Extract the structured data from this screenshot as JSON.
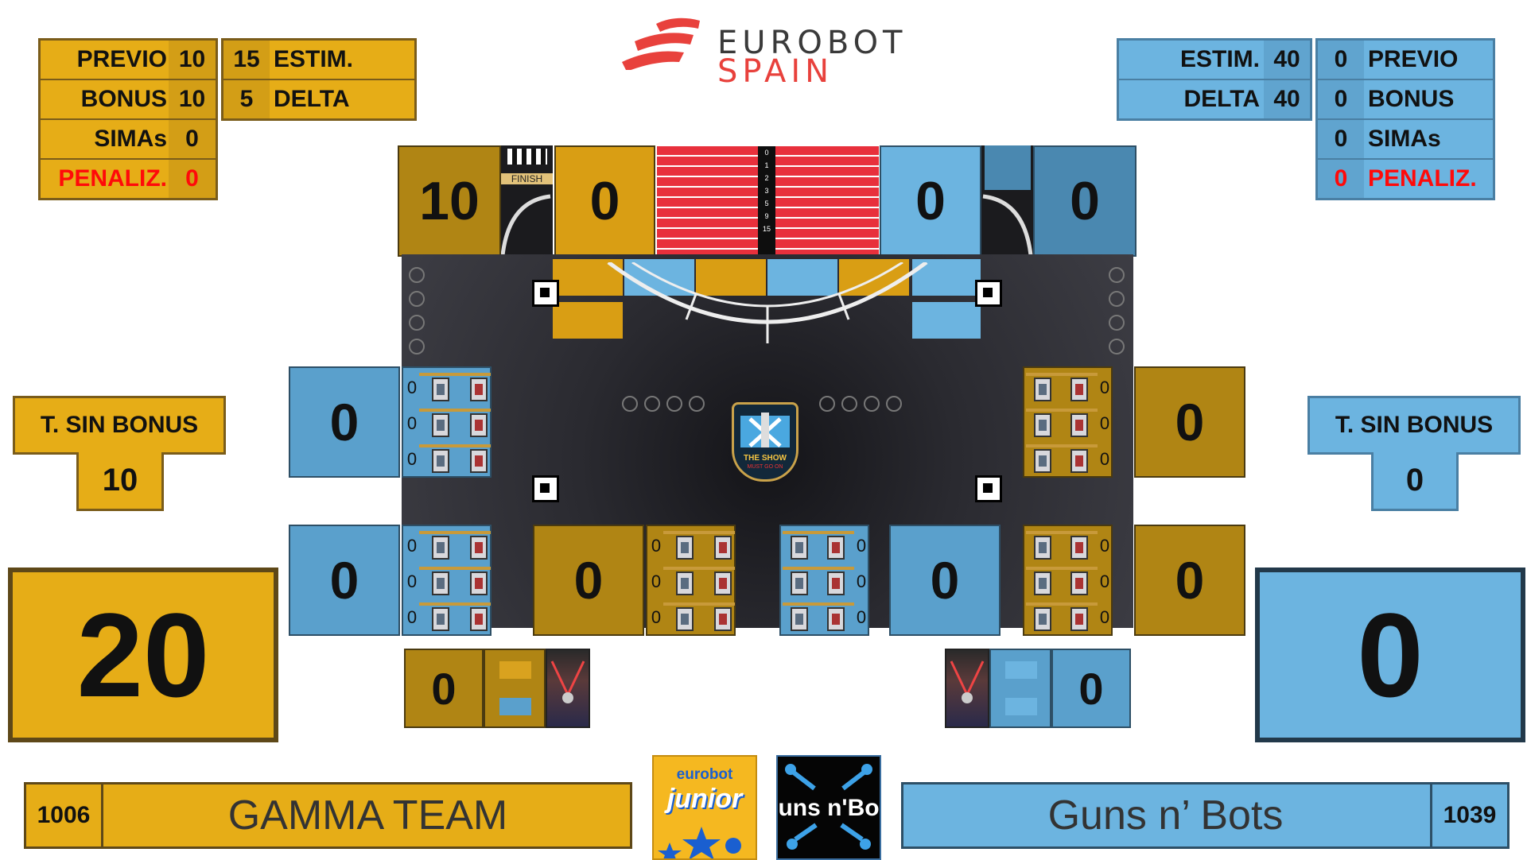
{
  "header": {
    "logo_line1": "EUROBOT",
    "logo_line2": "SPAIN"
  },
  "colors": {
    "yellow_team": "#e6ad17",
    "blue_team": "#6cb4e0",
    "penalty": "#ff0a0a"
  },
  "yellow": {
    "stats": {
      "previo_label": "PREVIO",
      "previo_value": "10",
      "bonus_label": "BONUS",
      "bonus_value": "10",
      "simas_label": "SIMAs",
      "simas_value": "0",
      "penaliz_label": "PENALIZ.",
      "penaliz_value": "0",
      "estim_value": "15",
      "estim_label": "ESTIM.",
      "delta_value": "5",
      "delta_label": "DELTA"
    },
    "sin_bonus_label": "T. SIN BONUS",
    "sin_bonus_value": "10",
    "total": "20",
    "team_number": "1006",
    "team_name": "GAMMA TEAM",
    "finish_score": "10",
    "banner_score": "0",
    "backstage_score": "0"
  },
  "blue": {
    "stats": {
      "estim_label": "ESTIM.",
      "estim_value": "40",
      "delta_label": "DELTA",
      "delta_value": "40",
      "previo_value": "0",
      "previo_label": "PREVIO",
      "bonus_value": "0",
      "bonus_label": "BONUS",
      "simas_value": "0",
      "simas_label": "SIMAs",
      "penaliz_value": "0",
      "penaliz_label": "PENALIZ."
    },
    "sin_bonus_label": "T. SIN BONUS",
    "sin_bonus_value": "0",
    "total": "0",
    "team_number": "1039",
    "team_name": "Guns n’ Bots",
    "banner_score": "0",
    "finish_score": "0",
    "backstage_score": "0"
  },
  "scale_ticks": [
    "0",
    "1",
    "2",
    "3",
    "5",
    "9",
    "15"
  ],
  "finish_sign": "FINISH",
  "center_badge": {
    "line1": "THE SHOW",
    "line2": "MUST GO ON"
  },
  "zones": {
    "left_mid": {
      "score": "0",
      "counts": [
        "0",
        "0",
        "0"
      ]
    },
    "right_mid": {
      "score": "0",
      "counts": [
        "0",
        "0",
        "0"
      ]
    },
    "bl_blue": {
      "score": "0",
      "counts": [
        "0",
        "0",
        "0"
      ]
    },
    "bc_yellow": {
      "score": "0",
      "counts": [
        "0",
        "0",
        "0"
      ]
    },
    "bc_blue": {
      "score": "0",
      "counts": [
        "0",
        "0",
        "0"
      ]
    },
    "br_yellow": {
      "score": "0",
      "counts": [
        "0",
        "0",
        "0"
      ]
    }
  },
  "logos": {
    "junior_top": "eurobot",
    "junior_main": "junior",
    "guns_text": "uns n'Bo"
  }
}
